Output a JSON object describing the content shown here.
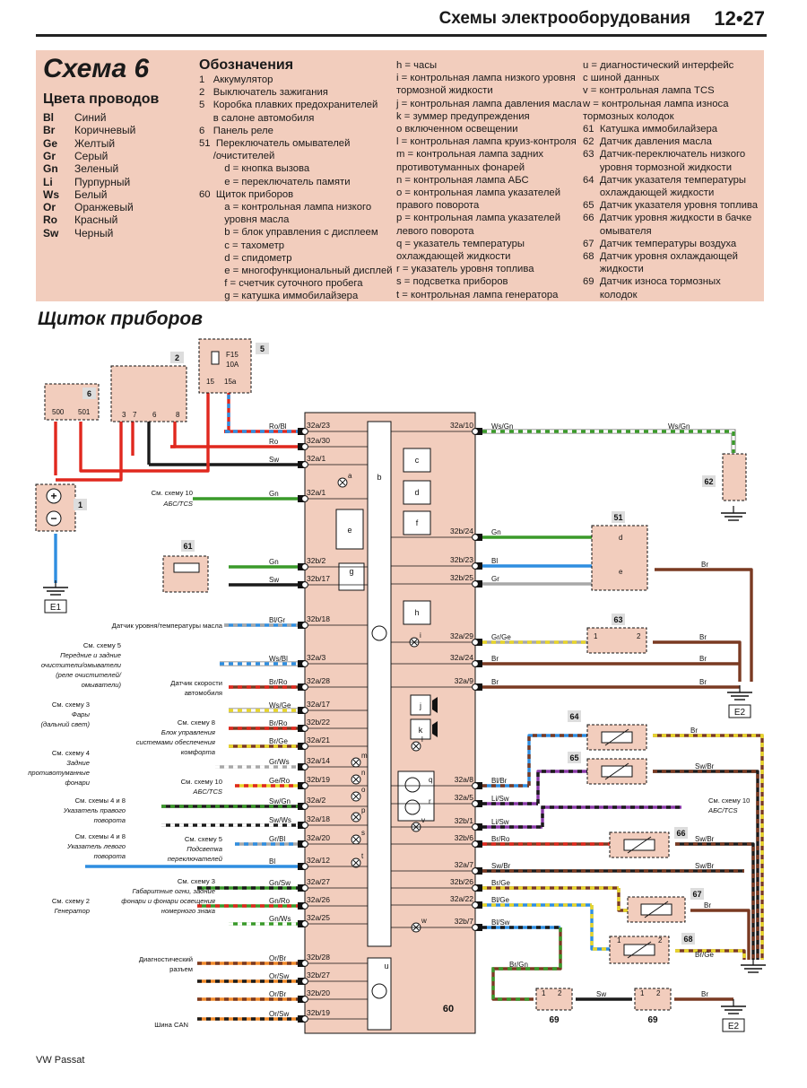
{
  "header": {
    "title": "Схемы электрооборудования",
    "page": "12•27"
  },
  "legend": {
    "scheme_title": "Схема 6",
    "colors_title": "Цвета проводов",
    "colors": [
      {
        "code": "Bl",
        "name": "Синий"
      },
      {
        "code": "Br",
        "name": "Коричневый"
      },
      {
        "code": "Ge",
        "name": "Желтый"
      },
      {
        "code": "Gr",
        "name": "Серый"
      },
      {
        "code": "Gn",
        "name": "Зеленый"
      },
      {
        "code": "Li",
        "name": "Пурпурный"
      },
      {
        "code": "Ws",
        "name": "Белый"
      },
      {
        "code": "Or",
        "name": "Оранжевый"
      },
      {
        "code": "Ro",
        "name": "Красный"
      },
      {
        "code": "Sw",
        "name": "Черный"
      }
    ],
    "designations_title": "Обозначения",
    "col1": [
      "1   Аккумулятор",
      "2   Выключатель зажигания",
      "5   Коробка плавких предохранителей",
      "     в салоне автомобиля",
      "6   Панель реле",
      "51  Переключатель омывателей",
      "     /очистителей",
      "         d = кнопка вызова",
      "         e = переключатель памяти",
      "60  Щиток приборов",
      "         a = контрольная лампа низкого",
      "         уровня масла",
      "         b = блок управления с дисплеем",
      "         c = тахометр",
      "         d = спидометр",
      "         e = многофункциональный дисплей",
      "         f = счетчик суточного пробега",
      "         g = катушка иммобилайзера"
    ],
    "col2": [
      "h = часы",
      "i = контрольная лампа низкого уровня",
      "тормозной жидкости",
      "j = контрольная лампа давления масла",
      "k = зуммер предупреждения",
      "о включенном освещении",
      "l = контрольная лампа круиз-контроля",
      "m = контрольная лампа задних",
      "противотуманных фонарей",
      "n = контрольная лампа АБС",
      "o = контрольная лампа указателей",
      "правого поворота",
      "p = контрольная лампа указателей",
      "левого поворота",
      "q = указатель температуры",
      "охлаждающей жидкости",
      "r = указатель уровня топлива",
      "s = подсветка приборов",
      "t = контрольная лампа генератора"
    ],
    "col3": [
      "u = диагностический интерфейс",
      "с шиной данных",
      "v = контрольная лампа TCS",
      "w = контрольная лампа износа",
      "тормозных колодок",
      "61  Катушка иммобилайзера",
      "62  Датчик давления масла",
      "63  Датчик-переключатель низкого",
      "      уровня тормозной жидкости",
      "64  Датчик указателя температуры",
      "      охлаждающей жидкости",
      "65  Датчик указателя уровня топлива",
      "66  Датчик уровня жидкости в бачке",
      "      омывателя",
      "67  Датчик температуры воздуха",
      "68  Датчик уровня охлаждающей",
      "      жидкости",
      "69  Датчик износа тормозных",
      "      колодок"
    ]
  },
  "section_title": "Щиток приборов",
  "footer": "VW Passat",
  "diagram": {
    "component_numbers": [
      "1",
      "2",
      "5",
      "6",
      "51",
      "60",
      "61",
      "62",
      "63",
      "64",
      "65",
      "66",
      "67",
      "68",
      "69",
      "69"
    ],
    "fuse": [
      "F15",
      "10A"
    ],
    "fuse_pins": [
      "15",
      "15a"
    ],
    "relay_pins": [
      "500",
      "501"
    ],
    "switch_pins": [
      "3",
      "7",
      "6",
      "8"
    ],
    "grounds": [
      "E1",
      "E2",
      "E2"
    ],
    "left_pins": [
      "32a/23",
      "32a/30",
      "32a/1",
      "32a/1",
      "32b/2",
      "32b/17",
      "32b/18",
      "32a/3",
      "32a/28",
      "32a/17",
      "32b/22",
      "32a/21",
      "32a/14",
      "32b/19",
      "32a/2",
      "32a/18",
      "32a/20",
      "32a/12",
      "32a/27",
      "32a/26",
      "32a/25",
      "32b/28",
      "32b/27",
      "32b/20",
      "32b/19"
    ],
    "right_pins": [
      "32a/10",
      "32b/24",
      "32b/23",
      "32b/25",
      "32a/29",
      "32a/24",
      "32a/9",
      "32a/8",
      "32a/5",
      "32b/1",
      "32b/6",
      "32a/7",
      "32b/26",
      "32a/22",
      "32b/7"
    ],
    "left_wires": [
      "Ro/Bl",
      "Ro",
      "Sw",
      "Gn",
      "Gn",
      "Sw",
      "Bl/Gr",
      "Ws/Bl",
      "Br/Ro",
      "Ws/Ge",
      "Br/Ro",
      "Br/Ge",
      "Gr/Ws",
      "Ge/Ro",
      "Sw/Gn",
      "Sw/Ws",
      "Gr/Bl",
      "Bl",
      "Gn/Sw",
      "Gn/Ro",
      "Gn/Ws",
      "Or/Br",
      "Or/Sw",
      "Or/Br",
      "Or/Sw"
    ],
    "right_wires": [
      "Ws/Gn",
      "Ws/Gn",
      "Gn",
      "Bl",
      "Gr",
      "Gr/Ge",
      "Br",
      "Br",
      "Bl/Br",
      "Li/Sw",
      "Li/Sw",
      "Br/Ro",
      "Sw/Br",
      "Br/Ge",
      "Bl/Ge",
      "Bl/Sw",
      "Br/Gn",
      "Sw",
      "Br",
      "Br",
      "Br",
      "Br",
      "Br",
      "Br",
      "Br/Ge",
      "Sw/Br",
      "Sw/Br",
      "Sw/Br",
      "Br",
      "Br/Ge"
    ],
    "refs": [
      "См. схему 10",
      "АБС/TCS",
      "Датчик уровня/температуры масла",
      "См. схему 5",
      "Передние и задние",
      "очистители/омыватели",
      "(реле очистителей/",
      "омыватели)",
      "Датчик скорости",
      "автомобиля",
      "См. схему 3",
      "Фары",
      "(дальний свет)",
      "См. схему 8",
      "Блок управления",
      "системами обеспечения",
      "комфорта",
      "См. схему 4",
      "Задние",
      "противотуманные",
      "фонари",
      "См. схему 10",
      "АБС/TCS",
      "См. схемы 4 и 8",
      "Указатель правого",
      "поворота",
      "См. схемы 4 и 8",
      "Указатель левого",
      "поворота",
      "См. схему 5",
      "Подсветка",
      "переключателей",
      "См. схему 2",
      "Генератор",
      "См. схему 3",
      "Габаритные огни, задние",
      "фонари и фонари освещения",
      "номерного знака",
      "Диагностический",
      "разъем",
      "Шина CAN",
      "См. схему 10",
      "АБС/TCS"
    ],
    "sub_labels": [
      "a",
      "b",
      "c",
      "d",
      "e",
      "f",
      "g",
      "h",
      "i",
      "j",
      "k",
      "l",
      "m",
      "n",
      "o",
      "p",
      "s",
      "t",
      "q",
      "r",
      "v",
      "w",
      "u",
      "d",
      "e"
    ],
    "sensor_pins": [
      "1",
      "2",
      "1",
      "2",
      "1",
      "2",
      "1",
      "2"
    ],
    "sym": [
      "+",
      "−"
    ],
    "colors": {
      "Ro": "#e0281e",
      "Sw": "#1b1b1b",
      "Gn": "#3a9a2a",
      "Bl": "#2f8ee0",
      "Br": "#7a3a22",
      "Ws": "#ffffff",
      "Ge": "#e8d52a",
      "Gr": "#a8a8a8",
      "Li": "#8a3aa8",
      "Or": "#f08a2a",
      "box": "#f2cdbd",
      "legend_bg": "#f2cdbd"
    }
  }
}
